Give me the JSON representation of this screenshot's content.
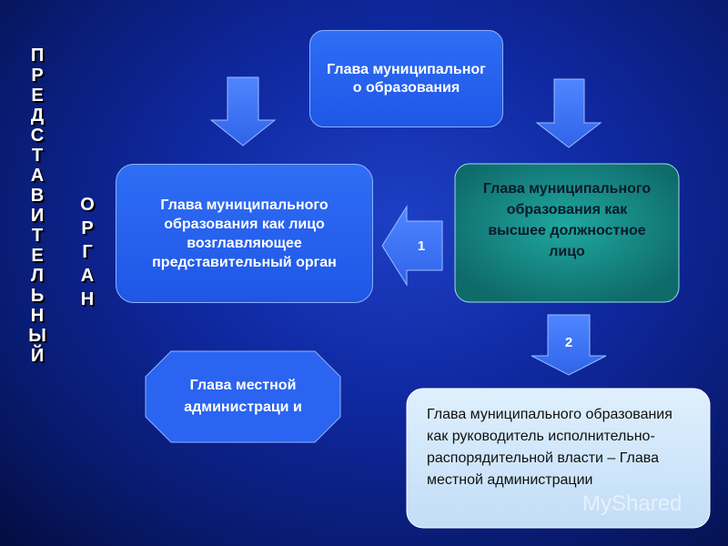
{
  "vertical_left": {
    "letters": [
      "П",
      "Р",
      "Е",
      "Д",
      "С",
      "Т",
      "А",
      "В",
      "И",
      "Т",
      "Е",
      "Л",
      "Ь",
      "Н",
      "Ы",
      "Й"
    ]
  },
  "vertical_mid": {
    "letters": [
      "О",
      "Р",
      "Г",
      "А",
      "Н"
    ]
  },
  "boxes": {
    "top": "Глава муниципальног о образования",
    "left": "Глава муниципального образования как лицо возглавляющее представительный орган",
    "right": "Глава муниципального образования как высшее должностное лицо",
    "local_admin": "Глава местной администраци и",
    "executive": "Глава муниципального образования как руководитель исполнительно-распорядительной власти – Глава местной администрации"
  },
  "arrows": {
    "arrow1_label": "1",
    "arrow2_label": "2"
  },
  "watermark": "MyShared",
  "colors": {
    "box_blue": "#2a64f0",
    "box_teal": "#1b8a86",
    "box_light": "#cfe6fb",
    "arrow": "#3b74f0"
  }
}
